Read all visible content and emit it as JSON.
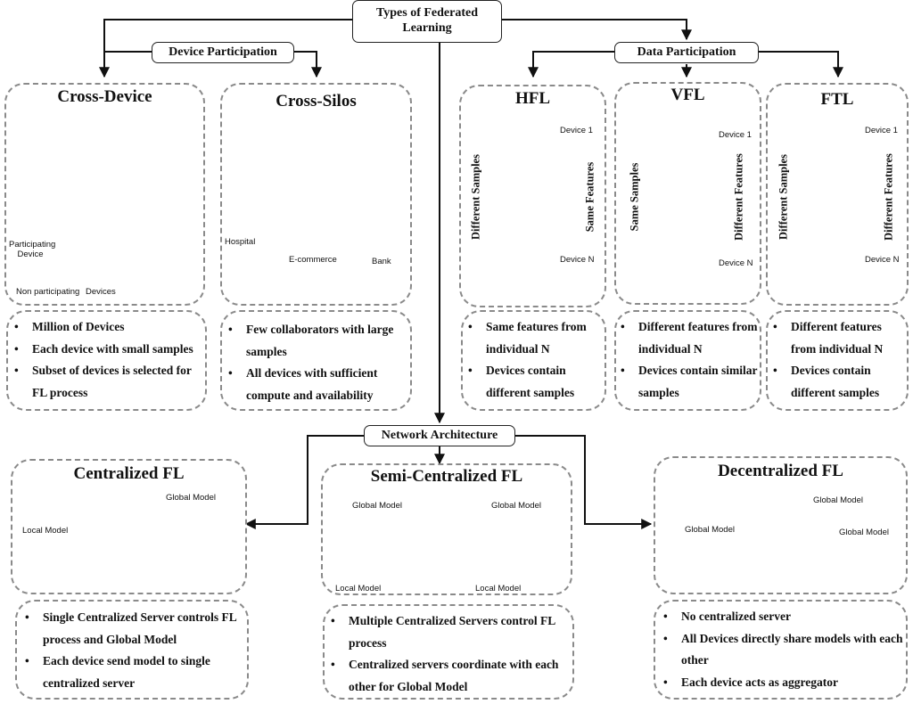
{
  "headers": {
    "root": "Types of Federated Learning",
    "device_participation": "Device Participation",
    "data_participation": "Data Participation",
    "network_architecture": "Network Architecture"
  },
  "cross_device": {
    "title": "Cross-Device",
    "label_participating": "Participating Device",
    "label_non_participating": "Non participating",
    "label_devices": "Devices",
    "bullets": [
      "Million of Devices",
      "Each device with small samples",
      "Subset of devices is selected for FL process"
    ]
  },
  "cross_silos": {
    "title": "Cross-Silos",
    "label_hospital": "Hospital",
    "label_ecommerce": "E-commerce",
    "label_bank": "Bank",
    "bullets": [
      "Few collaborators with large samples",
      "All  devices with sufficient compute and availability"
    ]
  },
  "hfl": {
    "title": "HFL",
    "left_label": "Different Samples",
    "right_label": "Same Features",
    "device_1": "Device 1",
    "device_n": "Device N",
    "bullets": [
      "Same features from individual N",
      "Devices contain different samples"
    ]
  },
  "vfl": {
    "title": "VFL",
    "left_label": "Same Samples",
    "right_label": "Different Features",
    "device_1": "Device 1",
    "device_n": "Device N",
    "bullets": [
      "Different features from individual N",
      "Devices contain similar samples"
    ]
  },
  "ftl": {
    "title": "FTL",
    "left_label": "Different Samples",
    "right_label": "Different Features",
    "device_1": "Device 1",
    "device_n": "Device N",
    "bullets": [
      "Different features from individual N",
      "Devices contain different samples"
    ]
  },
  "centralized": {
    "title": "Centralized FL",
    "global_model": "Global Model",
    "local_model": "Local Model",
    "bullets": [
      "Single Centralized Server controls FL process and Global Model",
      "Each device send model to single centralized server"
    ]
  },
  "semi_centralized": {
    "title": "Semi-Centralized FL",
    "global_model_1": "Global Model",
    "global_model_2": "Global Model",
    "local_model_1": "Local Model",
    "local_model_2": "Local Model",
    "bullets": [
      "Multiple Centralized Servers control FL process",
      "Centralized servers coordinate with each other for Global Model"
    ]
  },
  "decentralized": {
    "title": "Decentralized FL",
    "global_model_top": "Global Model",
    "global_model_left": "Global Model",
    "global_model_right": "Global Model",
    "bullets": [
      "No centralized server",
      "All Devices directly share models with each other",
      "Each device acts as  aggregator"
    ]
  },
  "colors": {
    "orange_node": "#e89a5c",
    "blue_node": "#7f93cf",
    "grey_grid": "#6e6e6e",
    "peach_grid": "#f4c4a4",
    "green_grid": "#5a8a34",
    "blue_col": "#3a6fc4",
    "orange_col": "#e8782a",
    "arrow_blue": "#4a78c8"
  }
}
